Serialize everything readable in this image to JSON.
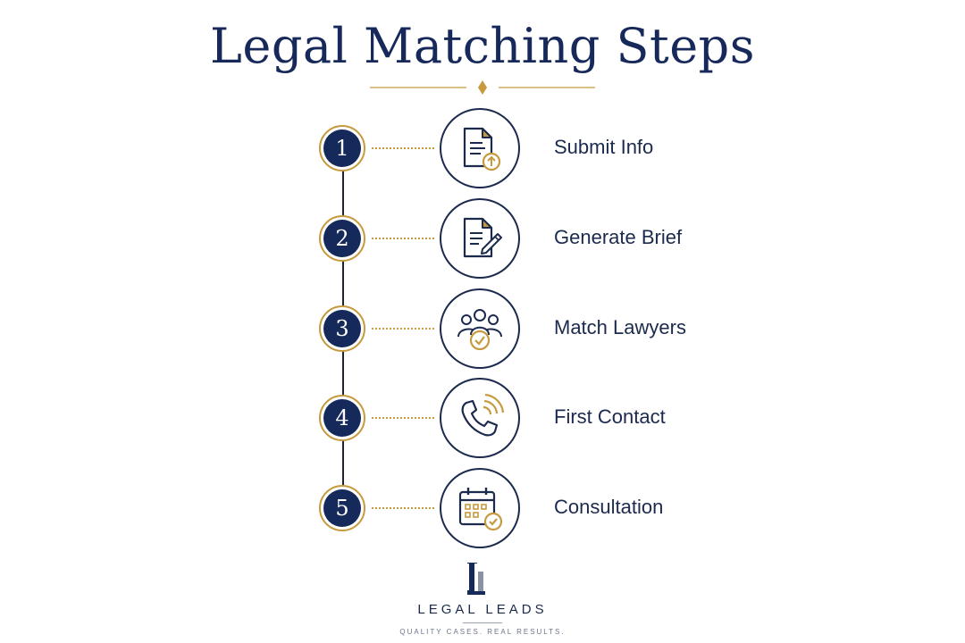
{
  "title": "Legal Matching Steps",
  "colors": {
    "navy": "#15295a",
    "gold": "#c69a3e",
    "text": "#1b2a4d"
  },
  "steps": [
    {
      "number": "1",
      "label": "Submit Info",
      "icon": "document-upload-icon"
    },
    {
      "number": "2",
      "label": "Generate Brief",
      "icon": "document-pen-icon"
    },
    {
      "number": "3",
      "label": "Match Lawyers",
      "icon": "group-check-icon"
    },
    {
      "number": "4",
      "label": "First Contact",
      "icon": "phone-ringing-icon"
    },
    {
      "number": "5",
      "label": "Consultation",
      "icon": "calendar-check-icon"
    }
  ],
  "brand": {
    "logo": "LL",
    "name": "LEGAL LEADS",
    "tagline": "QUALITY CASES. REAL RESULTS."
  }
}
